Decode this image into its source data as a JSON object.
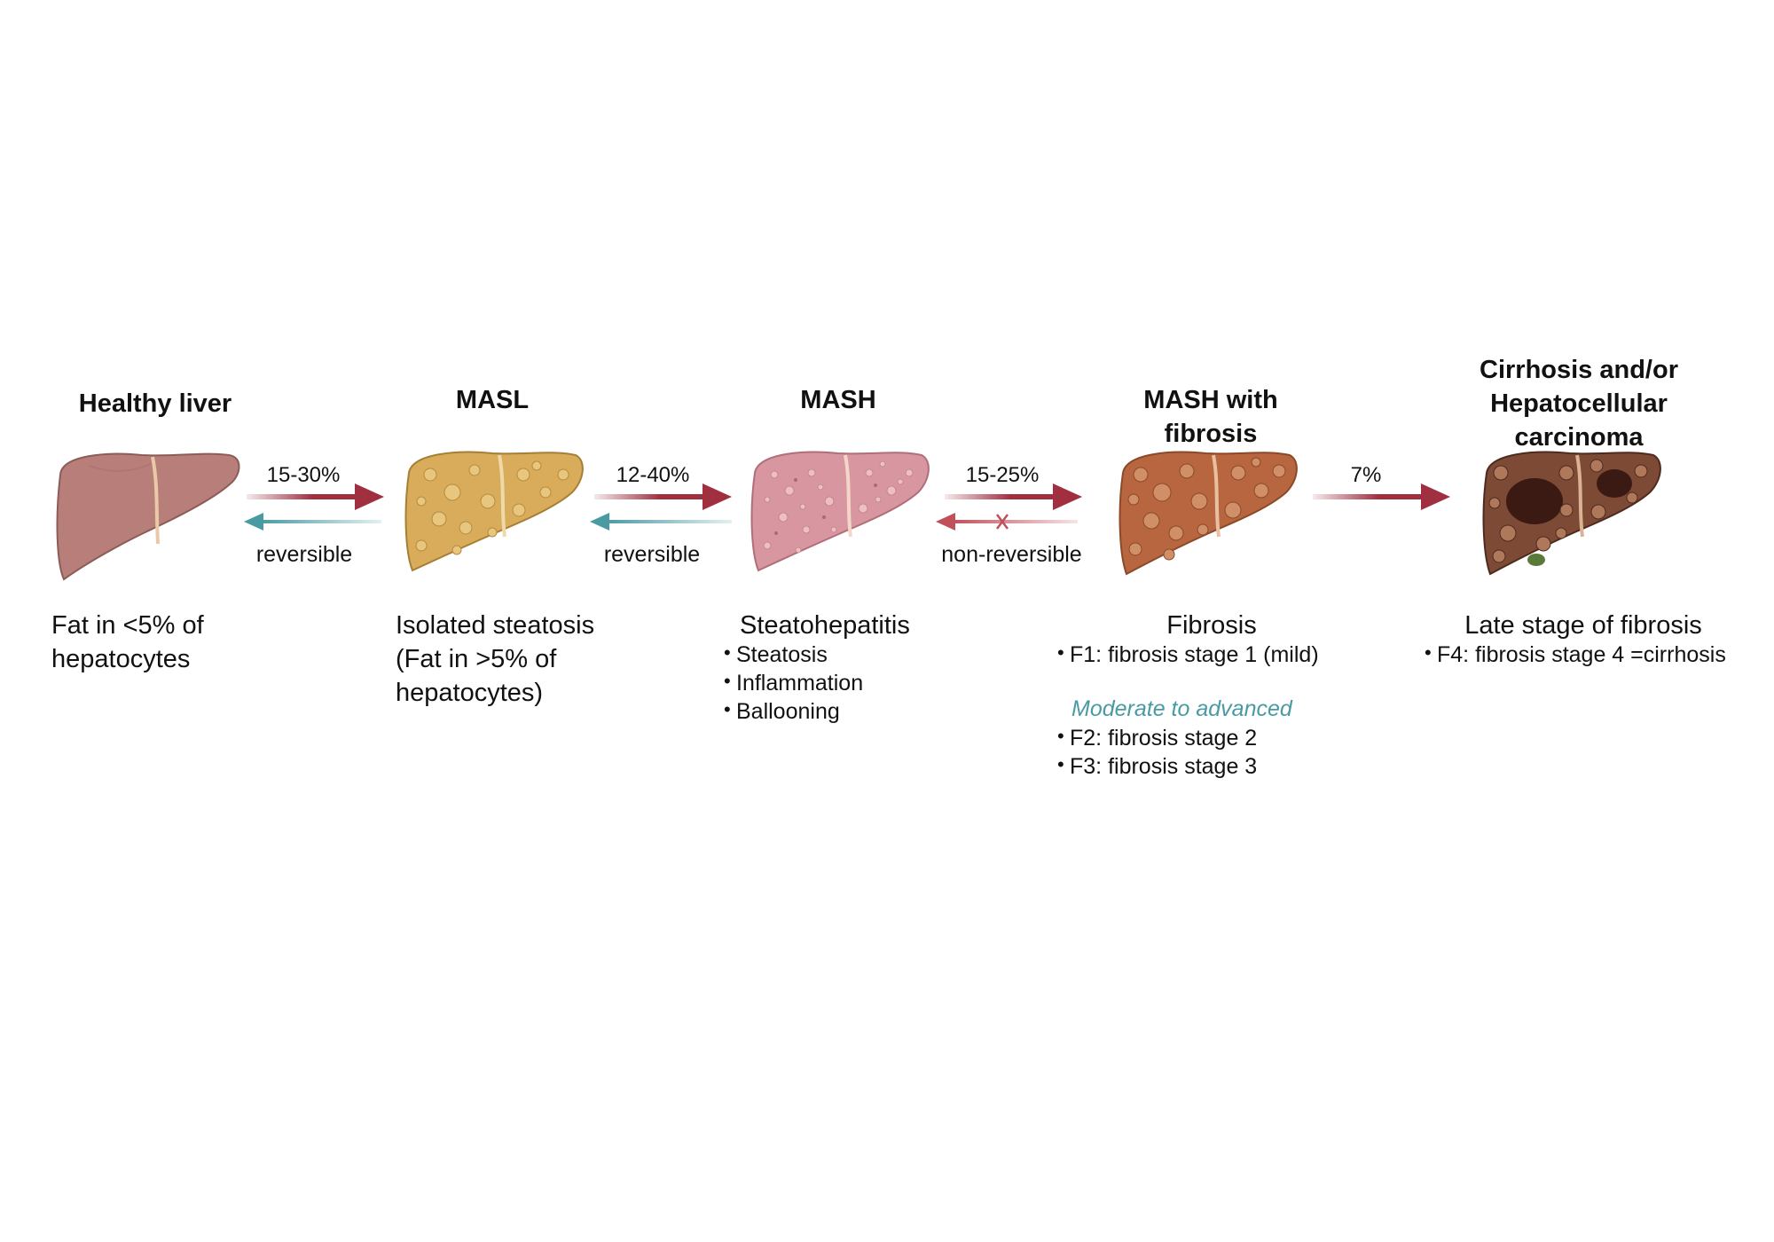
{
  "colors": {
    "forward_arrow": "#a03040",
    "reverse_arrow": "#4a9aa3",
    "blocked_arrow": "#c0505a",
    "healthy_liver": "#b87f7a",
    "masl_liver": "#d8ac5a",
    "mash_liver": "#d897a0",
    "fibrosis_liver": "#b8663f",
    "cirrhosis_liver": "#7d4a35"
  },
  "stages": [
    {
      "title": "Healthy liver",
      "description": "Fat in <5% of hepatocytes"
    },
    {
      "title": "MASL",
      "description": "Isolated steatosis (Fat in >5% of hepatocytes)"
    },
    {
      "title": "MASH",
      "heading": "Steatohepatitis",
      "bullets": [
        "Steatosis",
        "Inflammation",
        "Ballooning"
      ]
    },
    {
      "title": "MASH with fibrosis",
      "heading": "Fibrosis",
      "bullets": [
        "F1: fibrosis stage 1 (mild)"
      ],
      "subheading": "Moderate to advanced",
      "sub_bullets": [
        "F2: fibrosis stage 2",
        "F3: fibrosis stage 3"
      ]
    },
    {
      "title": "Cirrhosis and/or Hepatocellular carcinoma",
      "heading": "Late stage of fibrosis",
      "bullets": [
        "F4: fibrosis stage 4 =cirrhosis"
      ]
    }
  ],
  "transitions": [
    {
      "rate": "15-30%",
      "reverse_label": "reversible"
    },
    {
      "rate": "12-40%",
      "reverse_label": "reversible"
    },
    {
      "rate": "15-25%",
      "reverse_label": "non-reversible"
    },
    {
      "rate": "7%"
    }
  ]
}
